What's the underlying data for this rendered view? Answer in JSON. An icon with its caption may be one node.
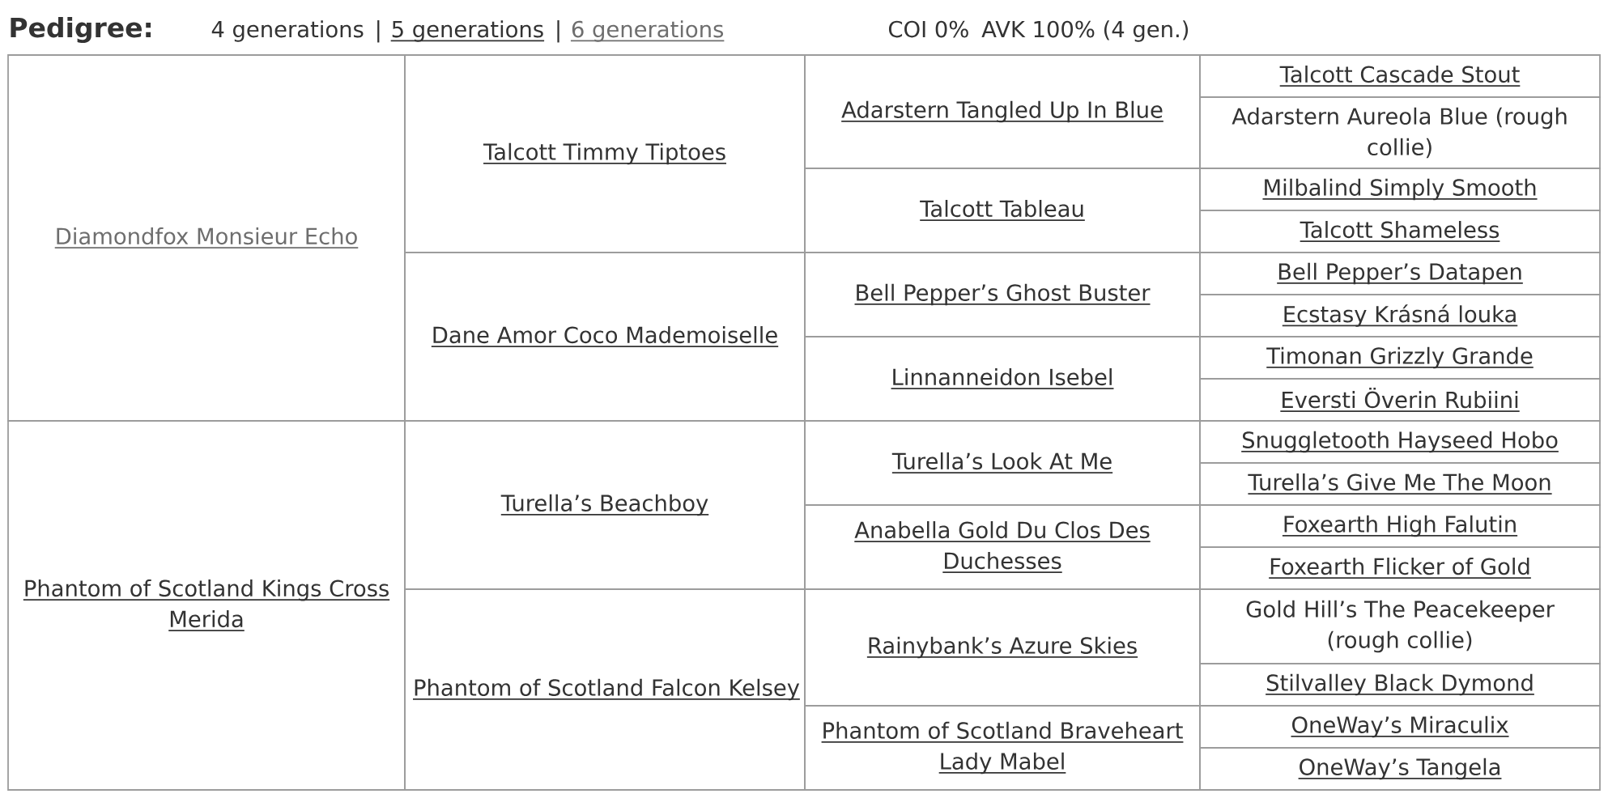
{
  "diagram": {
    "title": "Pedigree:",
    "nodes": [
      {
        "text": [
          "Diamondfox Monsieur Echo"
        ]
      },
      {
        "text": [
          "Talcott Timmy Tiptoes"
        ]
      },
      {
        "text": [
          "Adarstern Tangled Up In Blue"
        ]
      },
      {
        "text": [
          "Talcott Cascade Stout"
        ]
      },
      {
        "text": [
          "Adarstern Aureola Blue (rough collie)"
        ]
      },
      {
        "text": [
          "Talcott Tableau"
        ]
      },
      {
        "text": [
          "Milbalind Simply Smooth"
        ]
      },
      {
        "text": [
          "Talcott Shameless"
        ]
      },
      {
        "text": [
          "Dane Amor Coco Mademoiselle"
        ]
      },
      {
        "text": [
          "Bell Pepper’s Ghost Buster"
        ]
      },
      {
        "text": [
          "Bell Pepper’s Datapen"
        ]
      },
      {
        "text": [
          "Ecstasy Krásná louka"
        ]
      },
      {
        "text": [
          "Linnanneidon Isebel"
        ]
      },
      {
        "text": [
          "Timonan Grizzly Grande"
        ]
      },
      {
        "text": [
          "Eversti Överin Rubiini"
        ]
      },
      {
        "text": [
          "Phantom of Scotland Kings Cross Merida"
        ]
      },
      {
        "text": [
          "Turella’s Beachboy"
        ]
      },
      {
        "text": [
          "Turella’s Look At Me"
        ]
      },
      {
        "text": [
          "Snuggletooth Hayseed Hobo"
        ]
      },
      {
        "text": [
          "Turella’s Give Me The Moon"
        ]
      },
      {
        "text": [
          "Anabella Gold Du Clos Des Duchesses"
        ]
      },
      {
        "text": [
          "Foxearth High Falutin"
        ]
      },
      {
        "text": [
          "Foxearth Flicker of Gold"
        ]
      },
      {
        "text": [
          "Phantom of Scotland Falcon Kelsey"
        ]
      },
      {
        "text": [
          "Rainybank’s Azure Skies"
        ]
      },
      {
        "text": [
          "Gold Hill’s The Peacekeeper (rough collie)"
        ]
      },
      {
        "text": [
          "Stilvalley Black Dymond"
        ]
      },
      {
        "text": [
          "Phantom of Scotland Braveheart Lady Mabel"
        ]
      },
      {
        "text": [
          "OneWay’s Miraculix"
        ]
      },
      {
        "text": [
          "OneWay’s Tangela"
        ]
      }
    ],
    "labels": [
      "4 generations",
      "|",
      "5 generations",
      "|",
      "6 generations",
      "COI 0%",
      "AVK 100% (4 gen.)"
    ]
  }
}
